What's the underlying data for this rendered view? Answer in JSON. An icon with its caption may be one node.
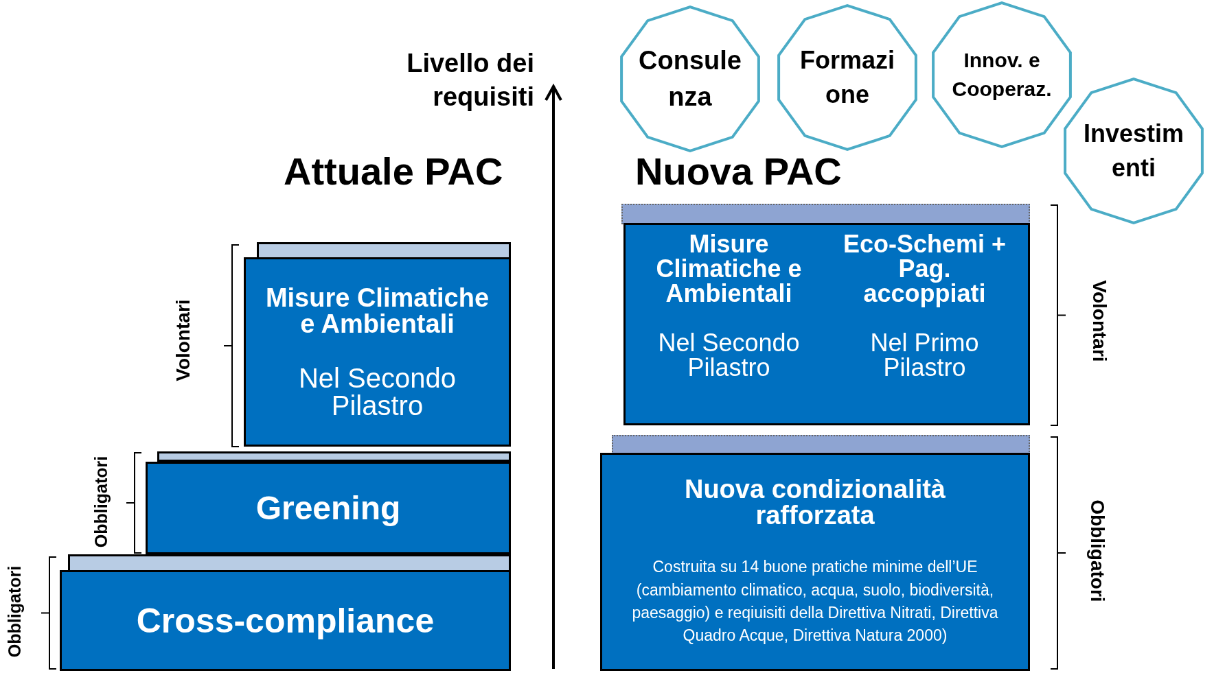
{
  "diagram": {
    "nodes": [
      {
        "text": [
          "Misure Climatiche e Ambientali",
          "Nel Secondo Pilastro"
        ]
      },
      {
        "text": [
          "Greening"
        ]
      },
      {
        "text": [
          "Cross-compliance"
        ]
      },
      {
        "text": [
          "Consule nza"
        ]
      },
      {
        "text": [
          "Formazi one"
        ]
      },
      {
        "text": [
          "Innov. e Cooperaz."
        ]
      },
      {
        "text": [
          "Investim enti"
        ]
      },
      {
        "text": [
          "Misure Climatiche e Ambientali",
          "Nel Secondo Pilastro",
          "Eco-Schemi + Pag. accoppiati",
          "Nel Primo Pilastro"
        ]
      },
      {
        "text": [
          "Nuova condizionalità rafforzata",
          "Costruita su 14 buone pratiche minime dell’UE (cambiamento climatico, acqua, suolo, biodiversità, paesaggio) e reqiuisiti della Direttiva Nitrati, Direttiva Quadro Acque, Direttiva Natura 2000)"
        ]
      },
      {
        "text": [],
        "shape": "bar"
      },
      {
        "text": [],
        "shape": "bar"
      },
      {
        "text": [],
        "shape": "bar"
      },
      {
        "text": [],
        "shape": "bar"
      },
      {
        "text": [],
        "shape": "bar"
      }
    ],
    "labels": [
      "Livello dei requisiti",
      "Attuale PAC",
      "Nuova PAC",
      "Volontari",
      "Obbligatori",
      "Obbligatori",
      "Volontari",
      "Obbligatori"
    ]
  }
}
